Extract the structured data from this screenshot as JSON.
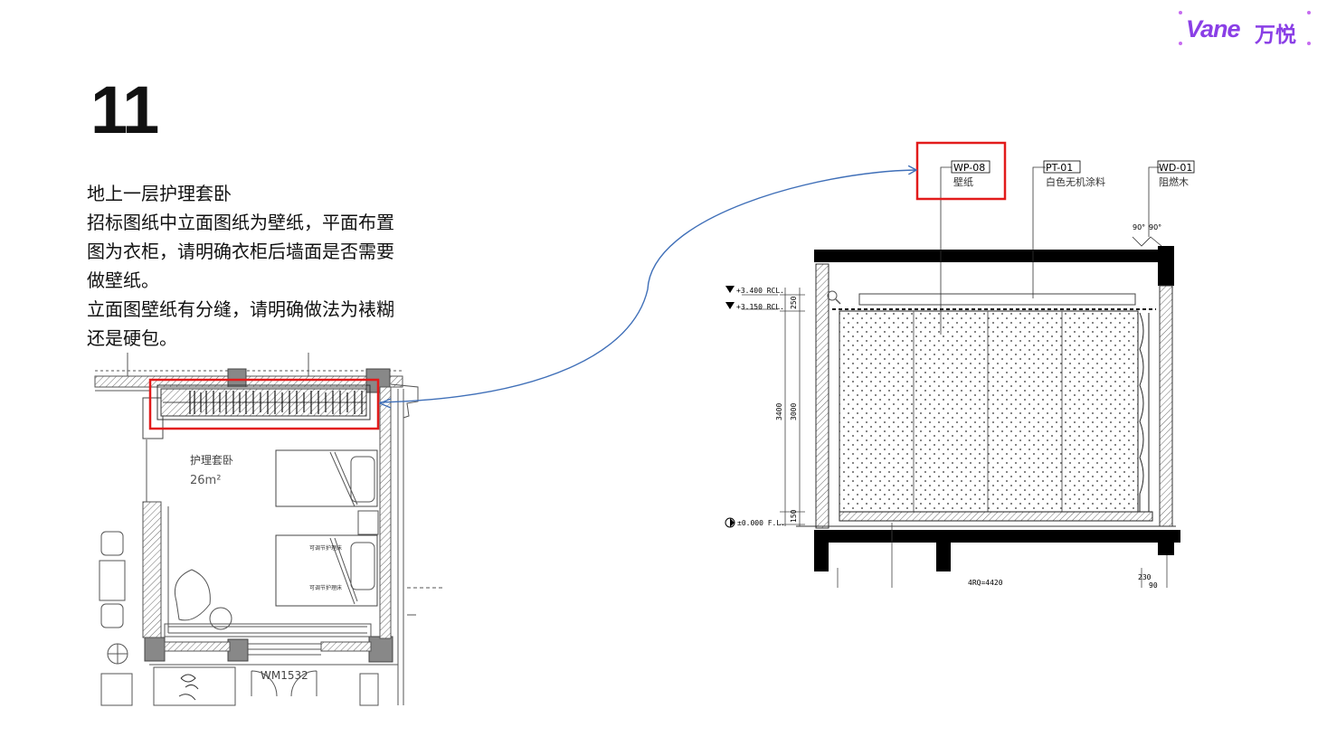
{
  "slide": {
    "number": "11"
  },
  "logo": {
    "brand": "Vane",
    "cn": "万悦"
  },
  "description": {
    "lines": [
      "地上一层护理套卧",
      "招标图纸中立面图纸为壁纸，平面布置",
      "图为衣柜，请明确衣柜后墙面是否需要",
      "做壁纸。",
      "立面图壁纸有分缝，请明确做法为裱糊",
      "还是硬包。"
    ]
  },
  "plan": {
    "room_name": "护理套卧",
    "room_area": "26m²",
    "window_tag": "WM1532",
    "bed_label": "可调节护理床"
  },
  "elevation": {
    "tags": [
      {
        "code": "WP-08",
        "desc": "壁纸"
      },
      {
        "code": "PT-01",
        "desc": "白色无机涂料"
      },
      {
        "code": "WD-01",
        "desc": "阻燃木"
      }
    ],
    "levels": [
      "+3.400 RCL.",
      "+3.150 RCL.",
      "±0.000 F.L."
    ],
    "dims_v": [
      "250",
      "3400",
      "3000",
      "150"
    ],
    "dims_h": [
      "4RQ=4420",
      "230",
      "90"
    ],
    "angles": [
      "90°",
      "90°"
    ]
  },
  "colors": {
    "highlight": "#e21b1b",
    "connector": "#3f6fb8",
    "brand": "#8a3fe6"
  }
}
